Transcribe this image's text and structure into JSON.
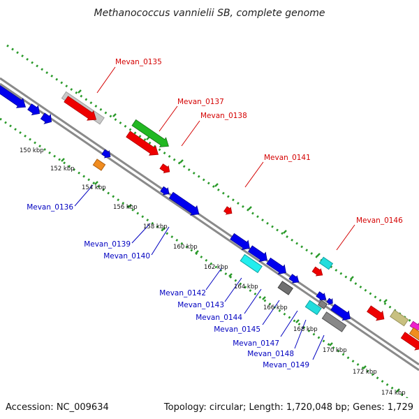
{
  "title": "Methanococcus vannielii SB, complete genome",
  "footer": {
    "accession": "Accession: NC_009634",
    "summary": "Topology: circular; Length: 1,720,048 bp; Genes: 1,729"
  },
  "colors": {
    "label_forward": "#d40000",
    "label_reverse": "#0000c0",
    "backbone": "#8a8a8a",
    "dots": "#2a9a2a"
  },
  "tick_labels": [
    "150 kbp",
    "152 kbp",
    "154 kbp",
    "156 kbp",
    "158 kbp",
    "160 kbp",
    "162 kbp",
    "164 kbp",
    "166 kbp",
    "168 kbp",
    "170 kbp",
    "172 kbp",
    "174 kbp"
  ],
  "gene_labels": {
    "forward": [
      "Mevan_0135",
      "Mevan_0137",
      "Mevan_0138",
      "Mevan_0141",
      "Mevan_0146"
    ],
    "reverse": [
      "Mevan_0136",
      "Mevan_0139",
      "Mevan_0140",
      "Mevan_0142",
      "Mevan_0143",
      "Mevan_0144",
      "Mevan_0145",
      "Mevan_0147",
      "Mevan_0148",
      "Mevan_0149"
    ]
  }
}
